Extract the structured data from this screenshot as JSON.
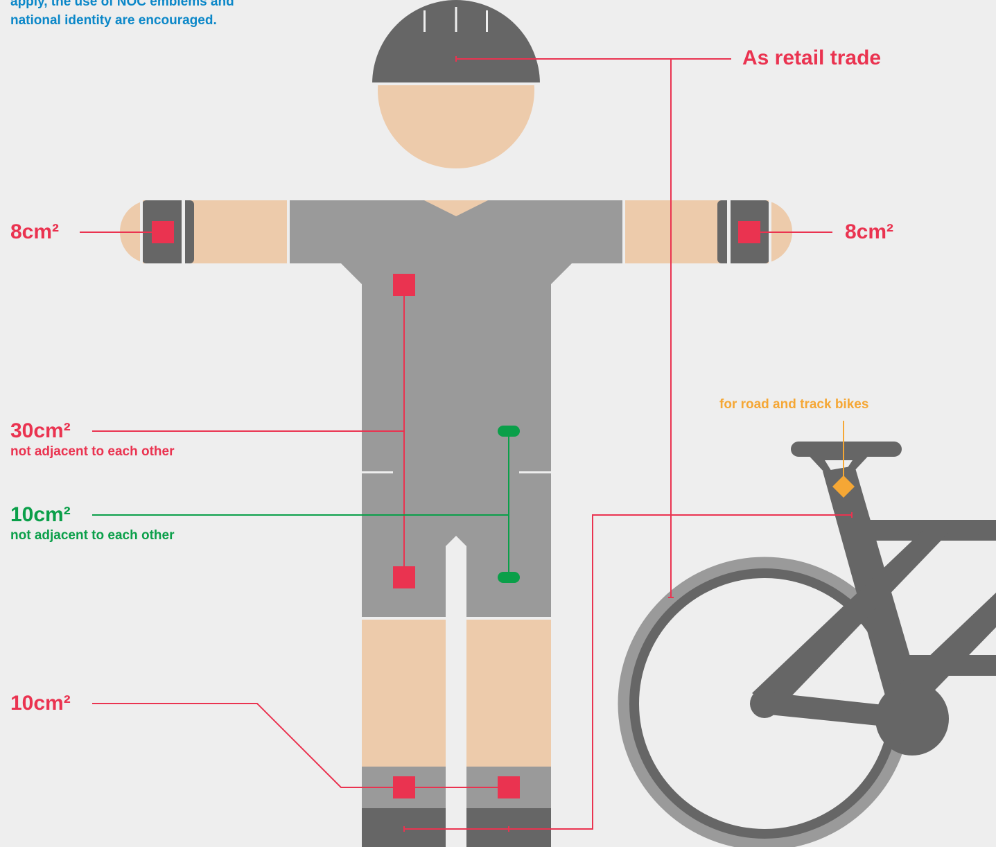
{
  "intro_text": {
    "line1": "apply, the use of NOC emblems and",
    "line2": "national identity are encouraged."
  },
  "labels": {
    "helmet": "As retail trade",
    "left_cuff": "8cm²",
    "right_cuff": "8cm²",
    "torso": {
      "value": "30cm²",
      "note": "not adjacent to each other"
    },
    "hips": {
      "value": "10cm²",
      "note": "not adjacent to each other"
    },
    "socks": "10cm²",
    "bike": "for road and track bikes"
  },
  "colors": {
    "background": "#eeeeee",
    "skin": "#edcbab",
    "suit": "#9a9a9a",
    "dark": "#666666",
    "red_accent": "#ea3350",
    "green_accent": "#0a9f49",
    "orange_accent": "#f5a735",
    "blue_text": "#0b87c8"
  },
  "icons": [
    "helmet-icon",
    "bicycle-icon",
    "logo-marker-square",
    "logo-marker-pill",
    "logo-marker-diamond"
  ]
}
